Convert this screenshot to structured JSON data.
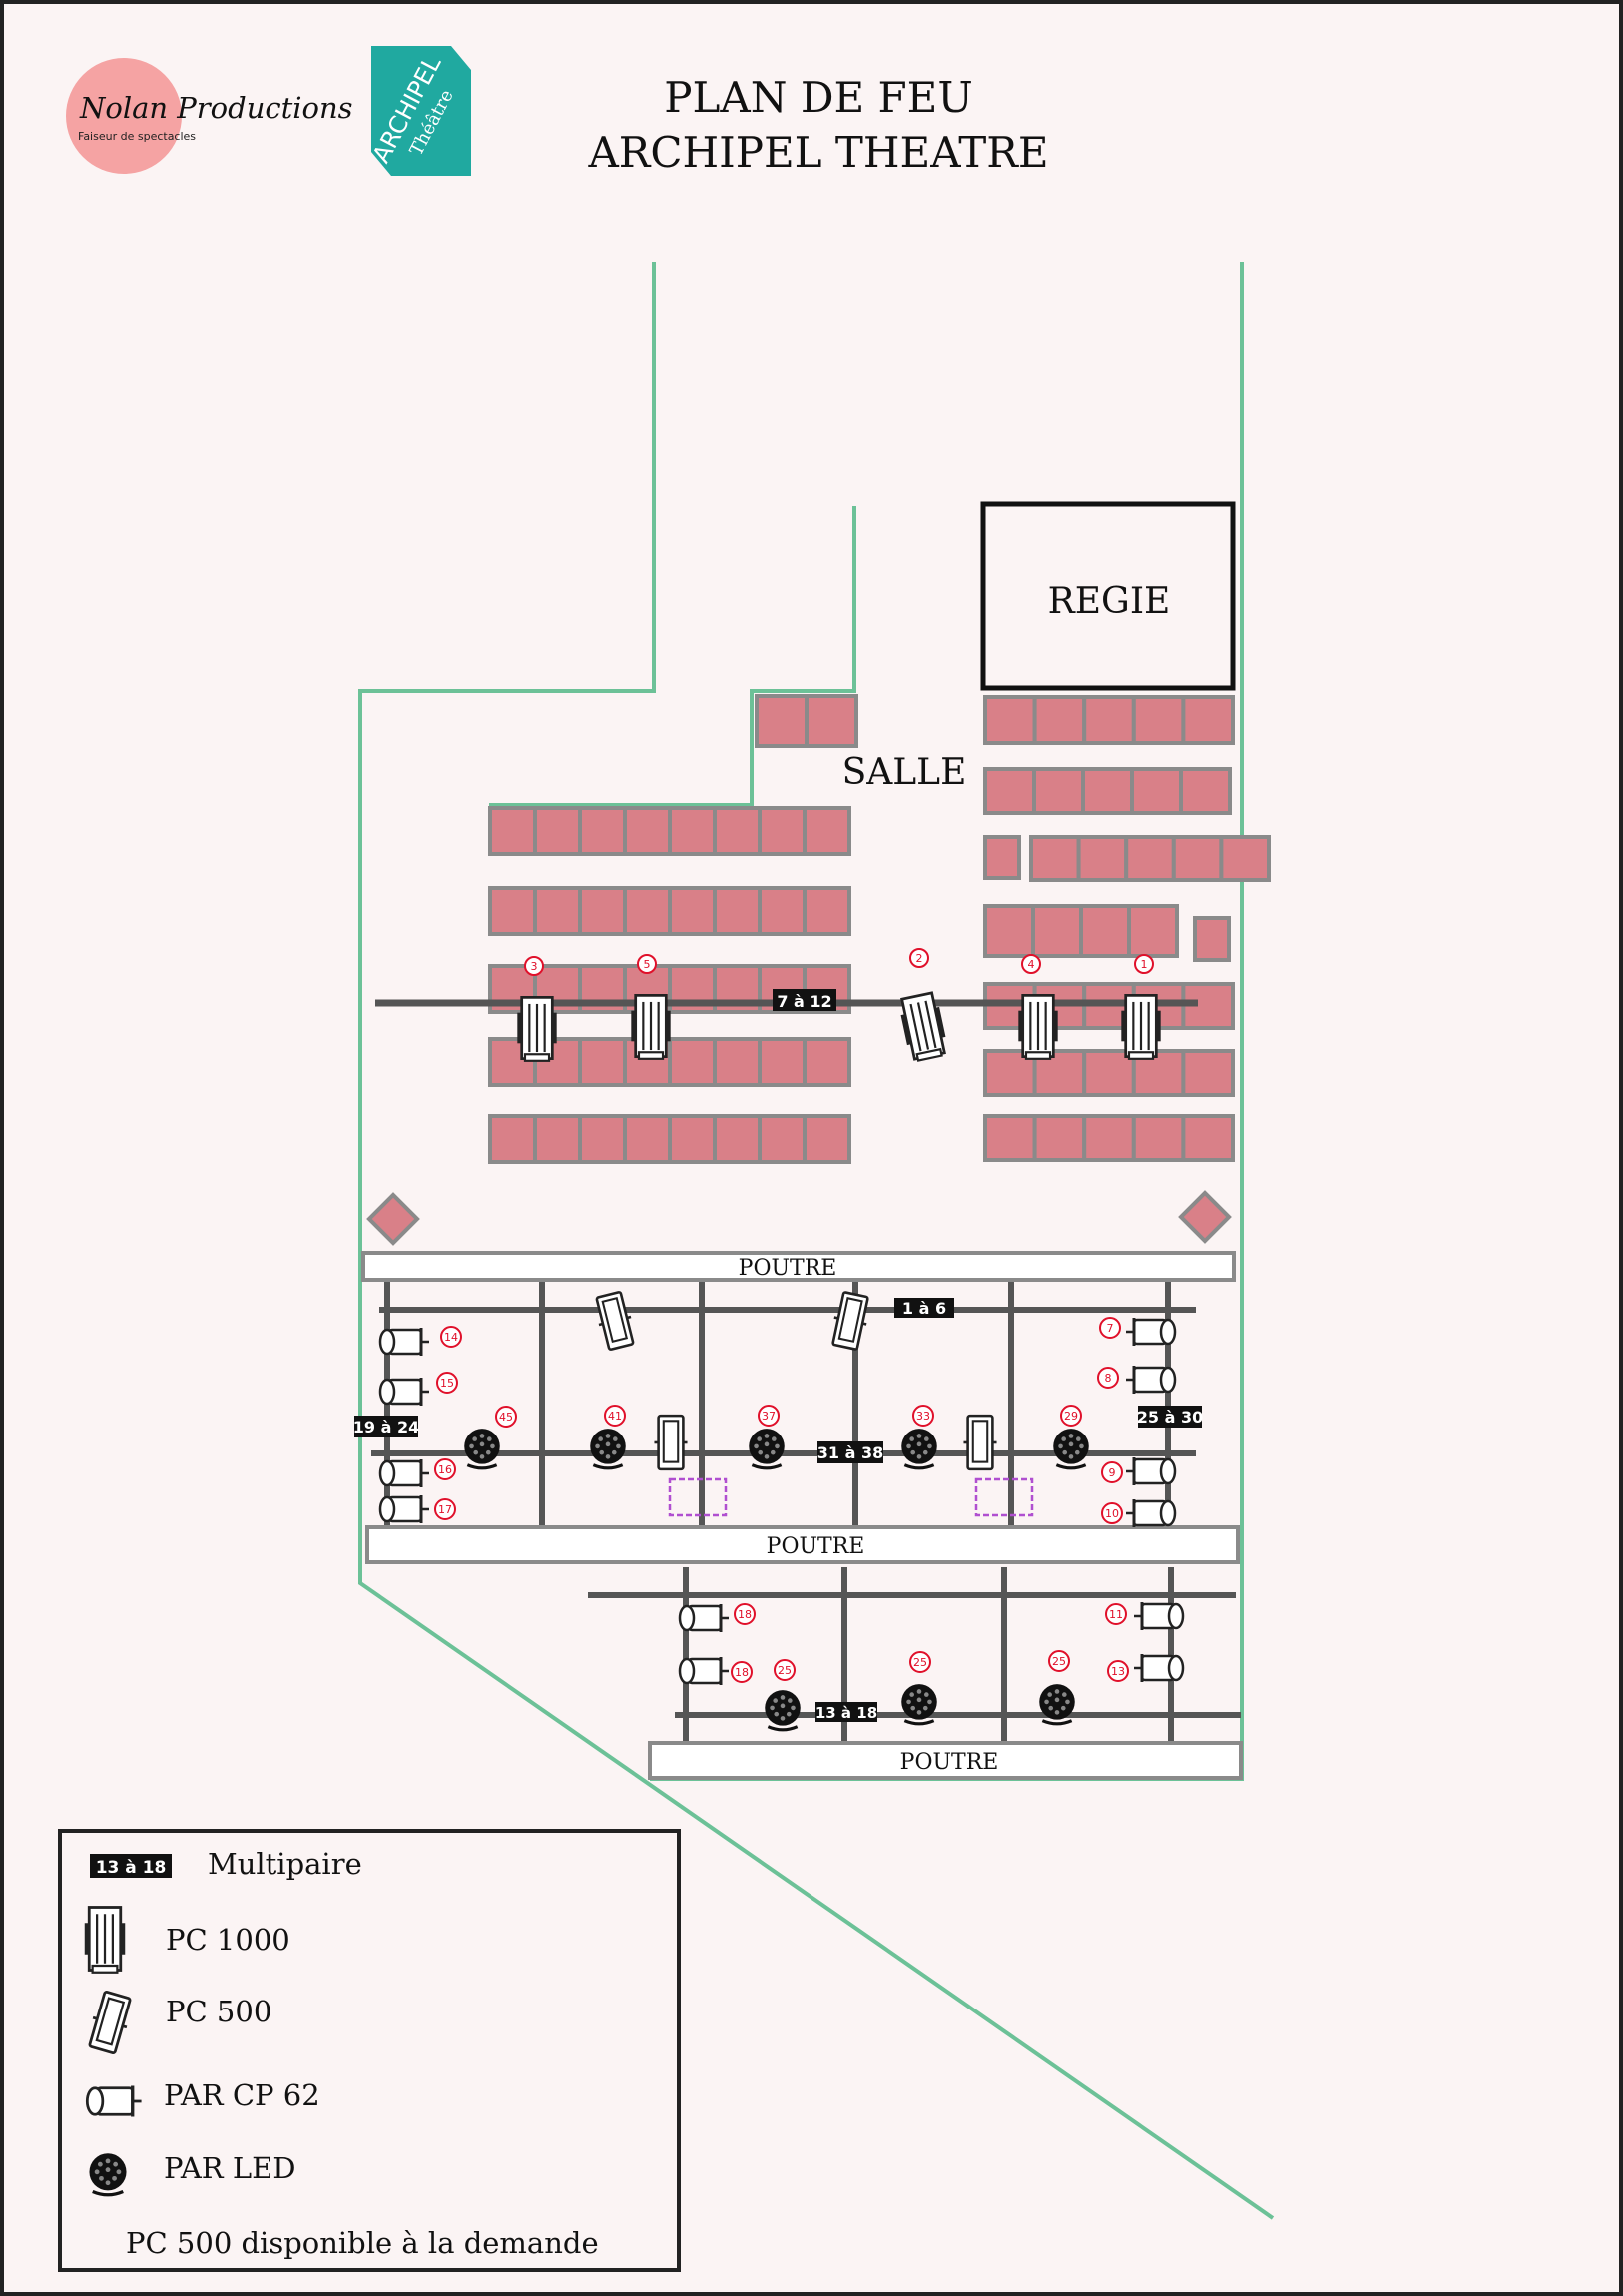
{
  "logos": {
    "nolan": {
      "name": "Nolan Productions",
      "tagline": "Faiseur de spectacles",
      "color": "#f5a3a3"
    },
    "archipel": {
      "line1": "ARCHIPEL",
      "line2": "Théâtre",
      "color": "#20a9a0"
    }
  },
  "title": {
    "line1": "PLAN DE FEU",
    "line2": "ARCHIPEL THEATRE"
  },
  "labels": {
    "regie": "REGIE",
    "salle": "SALLE",
    "poutre": "POUTRE"
  },
  "multipaires": [
    "7 à 12",
    "1 à 6",
    "19 à 24",
    "25 à 30",
    "31 à 38",
    "13 à 18"
  ],
  "circuits": {
    "salle": [
      "3",
      "5",
      "2",
      "4",
      "1"
    ],
    "poutre1_left": [
      "14",
      "15",
      "16",
      "17"
    ],
    "poutre1_right": [
      "7",
      "8",
      "9",
      "10"
    ],
    "poutre1_led": [
      "45",
      "41",
      "37",
      "33",
      "29"
    ],
    "poutre2": [
      "18",
      "18",
      "25",
      "25",
      "25",
      "11",
      "13"
    ]
  },
  "legend": {
    "multipaire_sample": "13 à 18",
    "multipaire": "Multipaire",
    "pc1000": "PC 1000",
    "pc500": "PC 500",
    "parcp62": "PAR CP 62",
    "parled": "PAR LED",
    "note": "PC 500 disponible à la demande"
  },
  "colors": {
    "background": "#fbf4f4",
    "wall": "#6cc197",
    "seat": "#d98088",
    "seat_border": "#8a8a8a",
    "truss": "#555555",
    "circuit": "#e0102a",
    "gel_frame": "#b04fd0"
  }
}
